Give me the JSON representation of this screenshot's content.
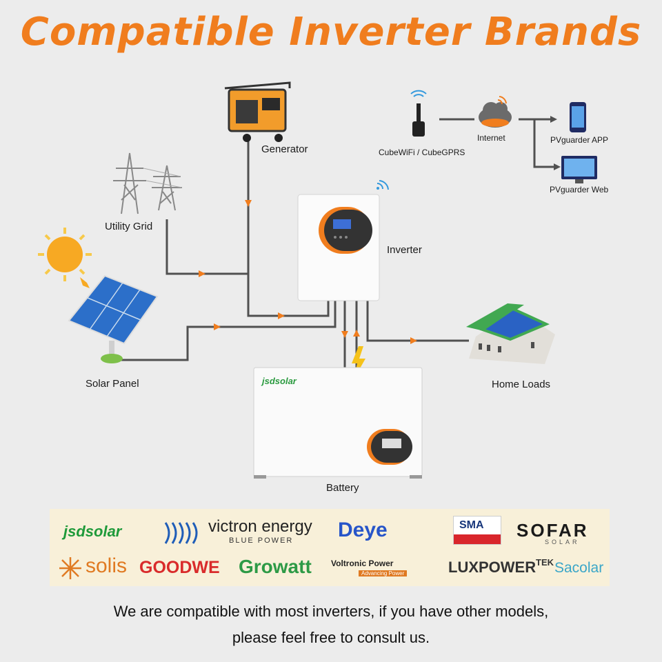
{
  "title": "Compatible Inverter Brands",
  "labels": {
    "generator": "Generator",
    "utility_grid": "Utility Grid",
    "inverter": "Inverter",
    "solar_panel": "Solar Panel",
    "home_loads": "Home Loads",
    "battery": "Battery",
    "cube": "CubeWiFi / CubeGPRS",
    "internet": "Internet",
    "app": "PVguarder APP",
    "web": "PVguarder Web"
  },
  "battery_brand": "jsdsolar",
  "brands": {
    "jsdsolar": "jsdsolar",
    "victron": "victron energy",
    "victron_sub": "BLUE POWER",
    "deye": "Deye",
    "sma": "SMA",
    "sofar": "SOFAR",
    "sofar_sub": "SOLAR",
    "solis": "solis",
    "goodwe": "GOODWE",
    "growatt": "Growatt",
    "voltronic": "Voltronic Power",
    "voltronic_sub": "Advancing Power",
    "luxpower": "LUXPOWER",
    "luxpower_tek": "TEK",
    "sacolar": "Sacolar"
  },
  "footer": {
    "line1": "We are compatible with most inverters,   if you have other models,",
    "line2": "please feel free to consult us."
  },
  "colors": {
    "accent": "#f07d1e",
    "wire": "#505050",
    "background": "#ececec"
  }
}
